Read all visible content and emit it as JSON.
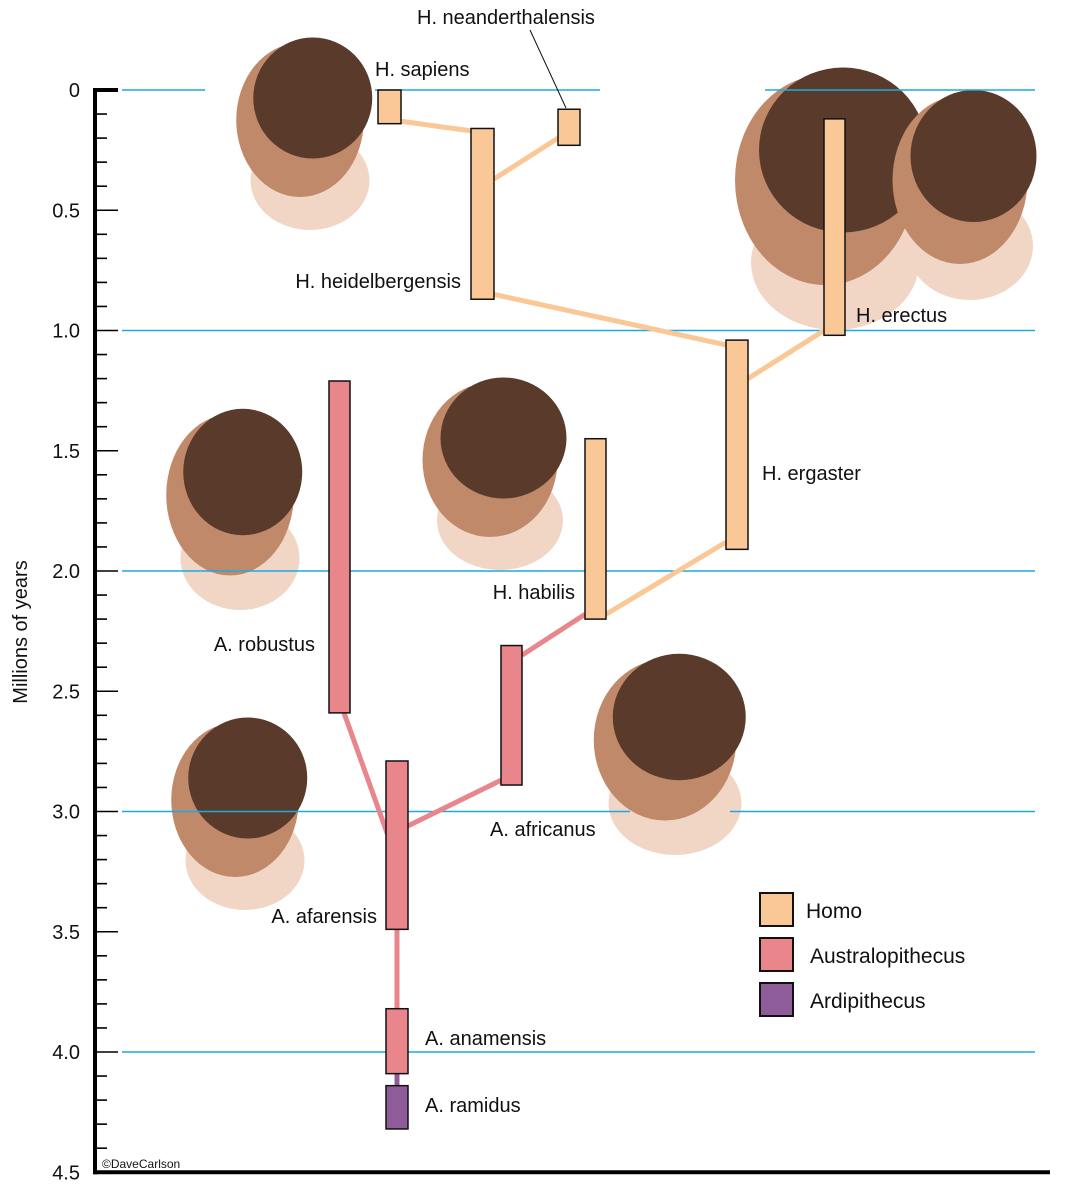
{
  "chart_data": {
    "type": "timeline",
    "ylabel": "Millions of years",
    "ylim": [
      0,
      4.5
    ],
    "y_reversed": true,
    "major_ticks": [
      "0",
      "0.5",
      "1.0",
      "1.5",
      "2.0",
      "2.5",
      "3.0",
      "3.5",
      "4.0",
      "4.5"
    ],
    "minor_tick_step": 0.1,
    "gridlines": [
      0,
      1,
      2,
      3,
      4
    ],
    "species": [
      {
        "id": "sapiens",
        "name": "H. sapiens",
        "genus": "Homo",
        "start": 0,
        "end": 0.14
      },
      {
        "id": "neanderthalensis",
        "name": "H. neanderthalensis",
        "genus": "Homo",
        "start": 0.08,
        "end": 0.23
      },
      {
        "id": "heidelbergensis",
        "name": "H. heidelbergensis",
        "genus": "Homo",
        "start": 0.16,
        "end": 0.87
      },
      {
        "id": "erectus",
        "name": "H. erectus",
        "genus": "Homo",
        "start": 0.12,
        "end": 1.02
      },
      {
        "id": "ergaster",
        "name": "H. ergaster",
        "genus": "Homo",
        "start": 1.04,
        "end": 1.91
      },
      {
        "id": "habilis",
        "name": "H. habilis",
        "genus": "Homo",
        "start": 1.45,
        "end": 2.2
      },
      {
        "id": "robustus",
        "name": "A. robustus",
        "genus": "Australopithecus",
        "start": 1.21,
        "end": 2.59
      },
      {
        "id": "africanus",
        "name": "A. africanus",
        "genus": "Australopithecus",
        "start": 2.31,
        "end": 2.89
      },
      {
        "id": "afarensis",
        "name": "A. afarensis",
        "genus": "Australopithecus",
        "start": 2.79,
        "end": 3.49
      },
      {
        "id": "anamensis",
        "name": "A. anamensis",
        "genus": "Australopithecus",
        "start": 3.82,
        "end": 4.09
      },
      {
        "id": "ramidus",
        "name": "A. ramidus",
        "genus": "Ardipithecus",
        "start": 4.14,
        "end": 4.32
      }
    ],
    "links": [
      {
        "from": "sapiens",
        "to": "heidelbergensis",
        "genus": "Homo"
      },
      {
        "from": "neanderthalensis",
        "to": "heidelbergensis",
        "genus": "Homo"
      },
      {
        "from": "heidelbergensis",
        "to": "ergaster",
        "genus": "Homo"
      },
      {
        "from": "erectus",
        "to": "ergaster",
        "genus": "Homo"
      },
      {
        "from": "ergaster",
        "to": "habilis",
        "genus": "Homo"
      },
      {
        "from": "habilis",
        "to": "africanus",
        "genus": "Australopithecus"
      },
      {
        "from": "africanus",
        "to": "afarensis",
        "genus": "Australopithecus"
      },
      {
        "from": "robustus",
        "to": "afarensis",
        "genus": "Australopithecus"
      },
      {
        "from": "afarensis",
        "to": "anamensis",
        "genus": "Australopithecus"
      },
      {
        "from": "anamensis",
        "to": "ramidus",
        "genus": "Ardipithecus"
      }
    ],
    "legend": [
      {
        "label": "Homo",
        "color": "#F9C896"
      },
      {
        "label": "Australopithecus",
        "color": "#E8868C"
      },
      {
        "label": "Ardipithecus",
        "color": "#8E5C98"
      }
    ],
    "legend_position": "bottom-right",
    "colors": {
      "Homo": "#F9C896",
      "Australopithecus": "#E8868C",
      "Ardipithecus": "#8E5C98",
      "gridline": "#1CA9E0",
      "axis": "#000000"
    }
  },
  "credit": "©DaveCarlson"
}
